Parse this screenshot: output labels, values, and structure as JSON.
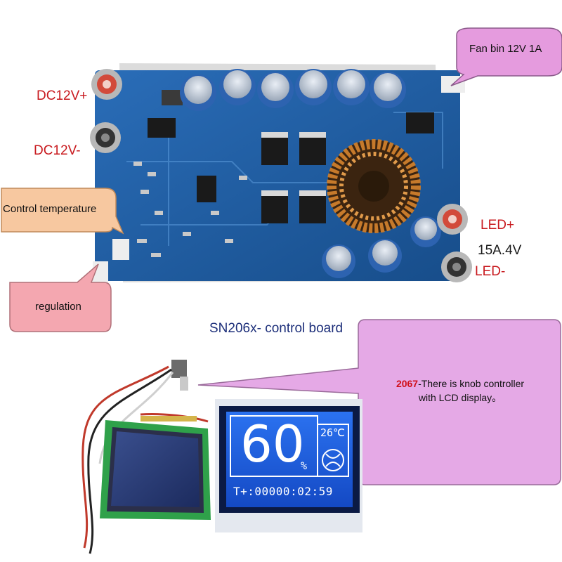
{
  "labels": {
    "dc_plus": "DC12V+",
    "dc_minus": "DC12V-",
    "led_plus": "LED+",
    "led_minus": "LED-",
    "rating": "15A.4V",
    "board_caption": "SN206x- control board"
  },
  "callouts": {
    "fan": "Fan bin 12V 1A",
    "control_temperature": "Control temperature",
    "regulation": "regulation",
    "knob_highlight": "2067",
    "knob_rest": "-There  is knob controller",
    "knob_line2": "with LCD display。"
  },
  "lcd": {
    "big_value": "60",
    "unit": "%",
    "temp": "26℃",
    "timer": "T+:00000:02:59"
  },
  "colors": {
    "label_red": "#c8191e",
    "pcb_blue": "#1f5fa3",
    "callout_pink": "#f4a7b0",
    "callout_orange": "#f7c8a0",
    "callout_violet": "#e5a9e6",
    "lcd_blue": "#1d5fe0"
  }
}
